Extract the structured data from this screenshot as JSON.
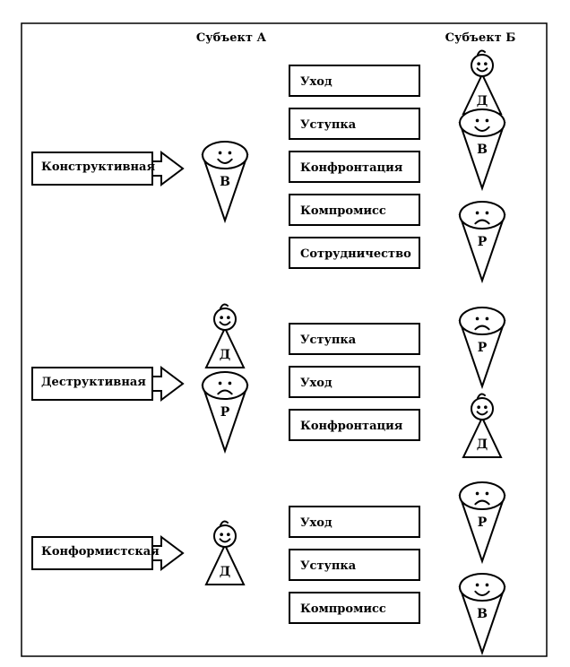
{
  "headers": {
    "subject_a": "Субъект А",
    "subject_b": "Субъект Б"
  },
  "groups": [
    {
      "name": "Конструктивная",
      "a_figures": [
        {
          "shape": "cone",
          "mood": "smile",
          "letter": "В"
        }
      ],
      "strategies": [
        "Уход",
        "Уступка",
        "Конфронтация",
        "Компромисс",
        "Сотрудничество"
      ],
      "b_figures": [
        {
          "shape": "pyramid",
          "mood": "smile",
          "letter": "Д"
        },
        {
          "shape": "cone",
          "mood": "smile",
          "letter": "В"
        },
        {
          "shape": "cone",
          "mood": "sad",
          "letter": "Р"
        }
      ]
    },
    {
      "name": "Деструктивная",
      "a_figures": [
        {
          "shape": "pyramid",
          "mood": "smile",
          "letter": "Д"
        },
        {
          "shape": "cone",
          "mood": "sad",
          "letter": "Р"
        }
      ],
      "strategies": [
        "Уступка",
        "Уход",
        "Конфронтация"
      ],
      "b_figures": [
        {
          "shape": "cone",
          "mood": "sad",
          "letter": "Р"
        },
        {
          "shape": "pyramid",
          "mood": "smile",
          "letter": "Д"
        }
      ]
    },
    {
      "name": "Конформистская",
      "a_figures": [
        {
          "shape": "pyramid",
          "mood": "smile",
          "letter": "Д"
        }
      ],
      "strategies": [
        "Уход",
        "Уступка",
        "Компромисс"
      ],
      "b_figures": [
        {
          "shape": "cone",
          "mood": "sad",
          "letter": "Р"
        },
        {
          "shape": "cone",
          "mood": "smile",
          "letter": "В"
        }
      ]
    }
  ]
}
